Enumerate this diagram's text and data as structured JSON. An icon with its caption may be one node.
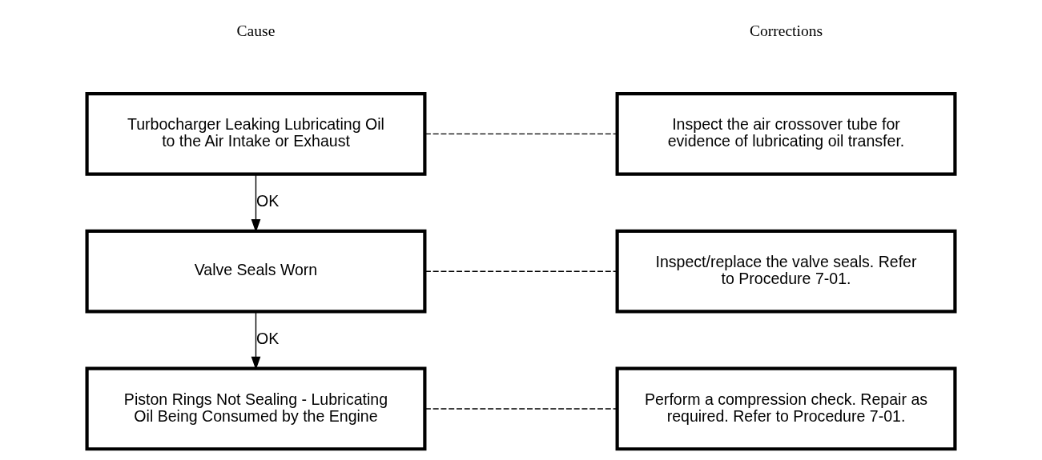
{
  "diagram": {
    "nodes": [
      {
        "text": [
          "Turbocharger Leaking Lubricating Oil to the Air Intake or Exhaust"
        ]
      },
      {
        "text": [
          "Inspect the air crossover tube for evidence of lubricating oil transfer."
        ]
      },
      {
        "text": [
          "Valve Seals Worn"
        ]
      },
      {
        "text": [
          "Inspect/replace the valve seals. Refer to Procedure 7-01."
        ]
      },
      {
        "text": [
          "Piston Rings Not Sealing - Lubricating Oil Being Consumed by the Engine"
        ]
      },
      {
        "text": [
          "Perform a compression check. Repair as required. Refer to Procedure 7-01."
        ]
      }
    ],
    "edges": [
      {
        "from": 0,
        "to": 1,
        "arrow": "none",
        "style": "dashed"
      },
      {
        "from": 0,
        "to": 2,
        "arrow": "to",
        "label": "OK"
      },
      {
        "from": 2,
        "to": 3,
        "arrow": "none",
        "style": "dashed"
      },
      {
        "from": 2,
        "to": 4,
        "arrow": "to",
        "label": "OK"
      },
      {
        "from": 4,
        "to": 5,
        "arrow": "none",
        "style": "dashed"
      }
    ],
    "labels": [
      "Cause",
      "Corrections"
    ]
  }
}
